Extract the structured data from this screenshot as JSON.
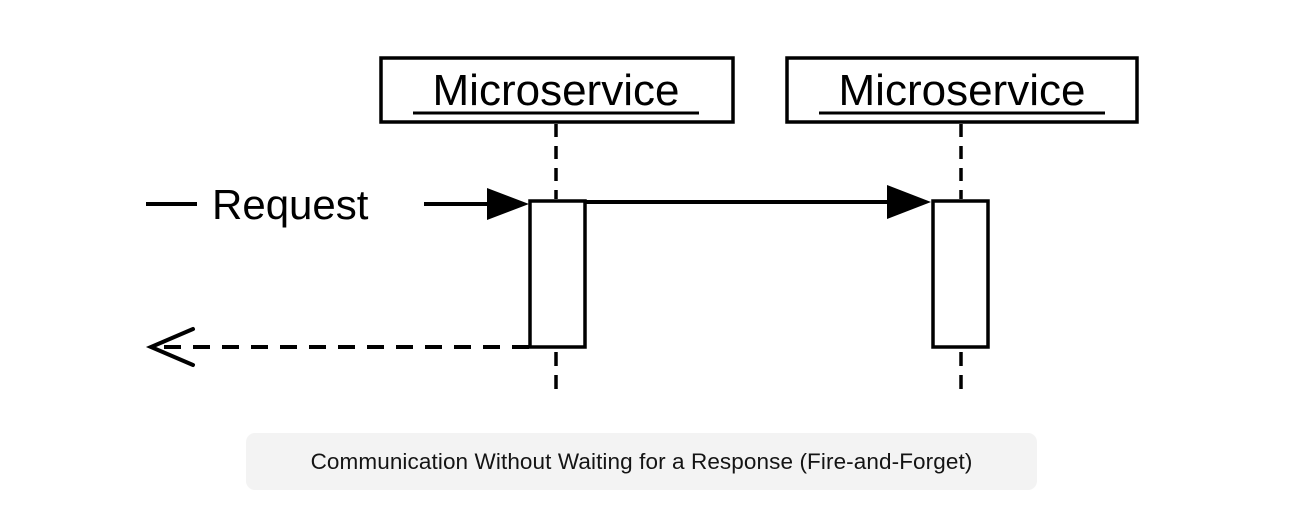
{
  "diagram": {
    "type": "sequence-diagram",
    "participant_left": {
      "label": "Microservice"
    },
    "participant_right": {
      "label": "Microservice"
    },
    "messages": [
      {
        "name": "request-in",
        "label": "Request",
        "style": "solid",
        "arrowhead": "filled",
        "direction": "right",
        "from": "external-left",
        "to": "microservice-left"
      },
      {
        "name": "fire-and-forget",
        "label": "",
        "style": "solid",
        "arrowhead": "filled",
        "direction": "right",
        "from": "microservice-left",
        "to": "microservice-right"
      },
      {
        "name": "return-no-wait",
        "label": "",
        "style": "dashed",
        "arrowhead": "open",
        "direction": "left",
        "from": "microservice-left",
        "to": "external-left"
      }
    ],
    "caption": {
      "text": "Communication Without Waiting for a Response (Fire-and-Forget)"
    },
    "colors": {
      "stroke": "#000000",
      "background": "#ffffff",
      "caption_background": "#f3f3f3",
      "caption_text": "#141414"
    }
  }
}
